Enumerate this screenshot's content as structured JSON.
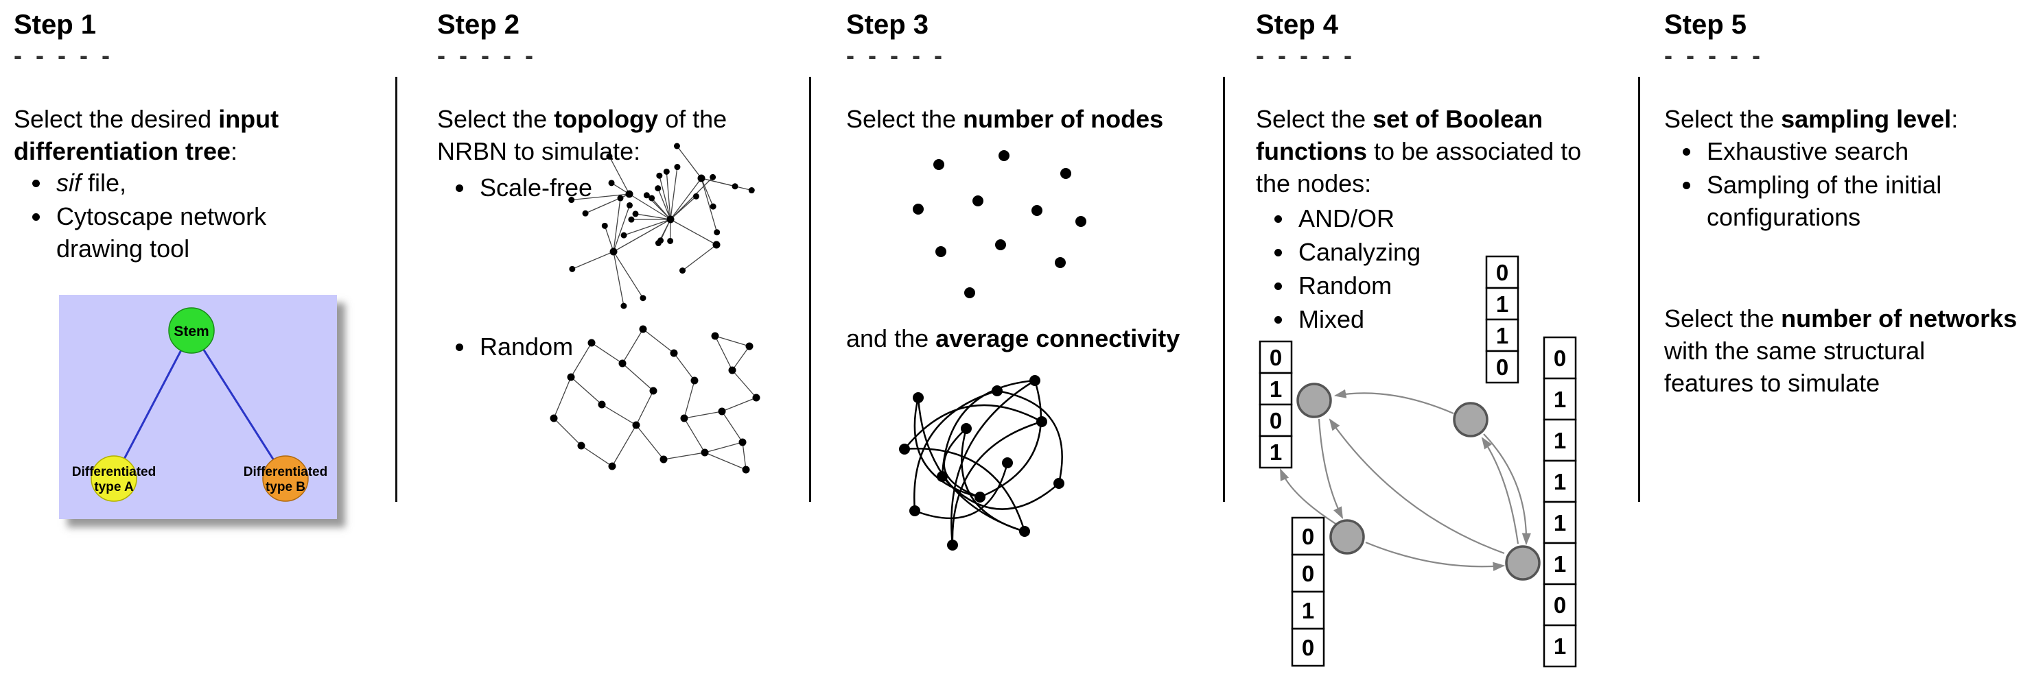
{
  "figure": {
    "divider_color": "#111111"
  },
  "steps": [
    {
      "title": "Step 1",
      "dashes": "- - - - -",
      "intro": {
        "pre": "Select the desired ",
        "bold": "input differentiation tree",
        "post": ":"
      },
      "bullets": [
        {
          "italic": "sif",
          "text": " file,"
        },
        {
          "text": "Cytoscape network drawing tool"
        }
      ],
      "tree": {
        "stem_label": "Stem",
        "type_a_line1": "Differentiated",
        "type_a_line2": "type A",
        "type_b_line1": "Differentiated",
        "type_b_line2": "type B",
        "colors": {
          "background": "#c9c9fc",
          "stem": "#2edc2e",
          "type_a": "#f0f02c",
          "type_b": "#f09a2c",
          "edge": "#2a35c8"
        }
      }
    },
    {
      "title": "Step 2",
      "dashes": "- - - - -",
      "intro": {
        "pre": "Select the ",
        "bold": "topology",
        "post": " of the NRBN to simulate:"
      },
      "bullets": [
        {
          "text": "Scale-free"
        },
        {
          "text": "Random"
        }
      ]
    },
    {
      "title": "Step 3",
      "dashes": "- - - - -",
      "text1": {
        "pre": "Select the ",
        "bold": "number of nodes",
        "post": ""
      },
      "text2": {
        "pre": "and the ",
        "bold": "average connectivity",
        "post": ""
      }
    },
    {
      "title": "Step 4",
      "dashes": "- - - - -",
      "intro": {
        "pre": "Select the ",
        "bold": "set of Boolean functions",
        "post": " to be associated to the nodes:"
      },
      "bullets": [
        {
          "text": "AND/OR"
        },
        {
          "text": "Canalyzing"
        },
        {
          "text": "Random"
        },
        {
          "text": "Mixed"
        }
      ],
      "boolean_tables": {
        "left": [
          "0",
          "1",
          "0",
          "1"
        ],
        "top": [
          "0",
          "1",
          "1",
          "0"
        ],
        "bottom_left": [
          "0",
          "0",
          "1",
          "0"
        ],
        "right": [
          "0",
          "1",
          "1",
          "1",
          "1",
          "1",
          "0",
          "1"
        ]
      }
    },
    {
      "title": "Step 5",
      "dashes": "- - - - -",
      "text1": {
        "pre": "Select the ",
        "bold": "sampling level",
        "post": ":"
      },
      "bullets": [
        {
          "text": "Exhaustive search"
        },
        {
          "text": "Sampling of the initial configurations"
        }
      ],
      "text2": {
        "pre": "Select the ",
        "bold": "number of networks",
        "post": " with the same structural features to simulate"
      }
    }
  ]
}
